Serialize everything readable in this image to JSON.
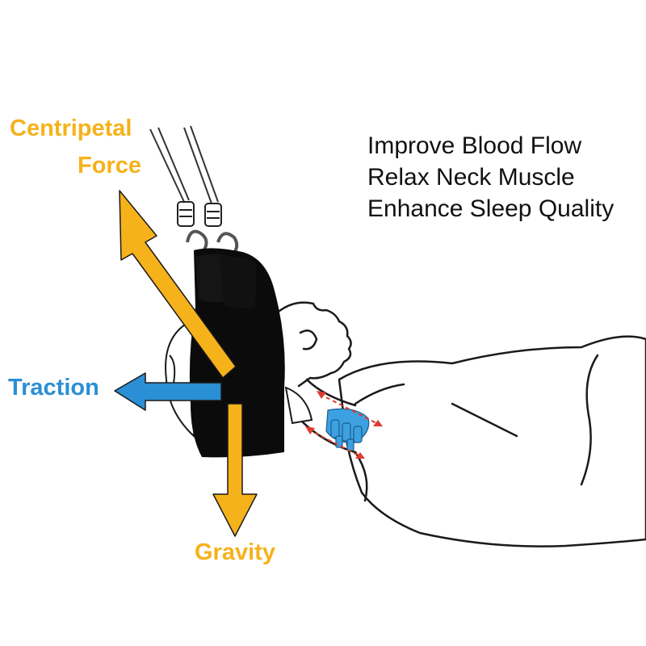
{
  "labels": {
    "centripetal_line1": "Centripetal",
    "centripetal_line2": "Force",
    "traction": "Traction",
    "gravity": "Gravity"
  },
  "benefits": [
    "Improve Blood Flow",
    "Relax Neck Muscle",
    "Enhance Sleep Quality"
  ],
  "colors": {
    "force_arrow": "#F5B21B",
    "traction_arrow": "#2A8FD4",
    "spine": "#3DA0E0",
    "stretch_marker": "#E03A2E",
    "hammock": "#0B0B0B",
    "outline": "#1A1A1A",
    "text": "#111111"
  },
  "icons": [
    "hammock-illustration",
    "person-lying-illustration",
    "cervical-spine-icon"
  ]
}
